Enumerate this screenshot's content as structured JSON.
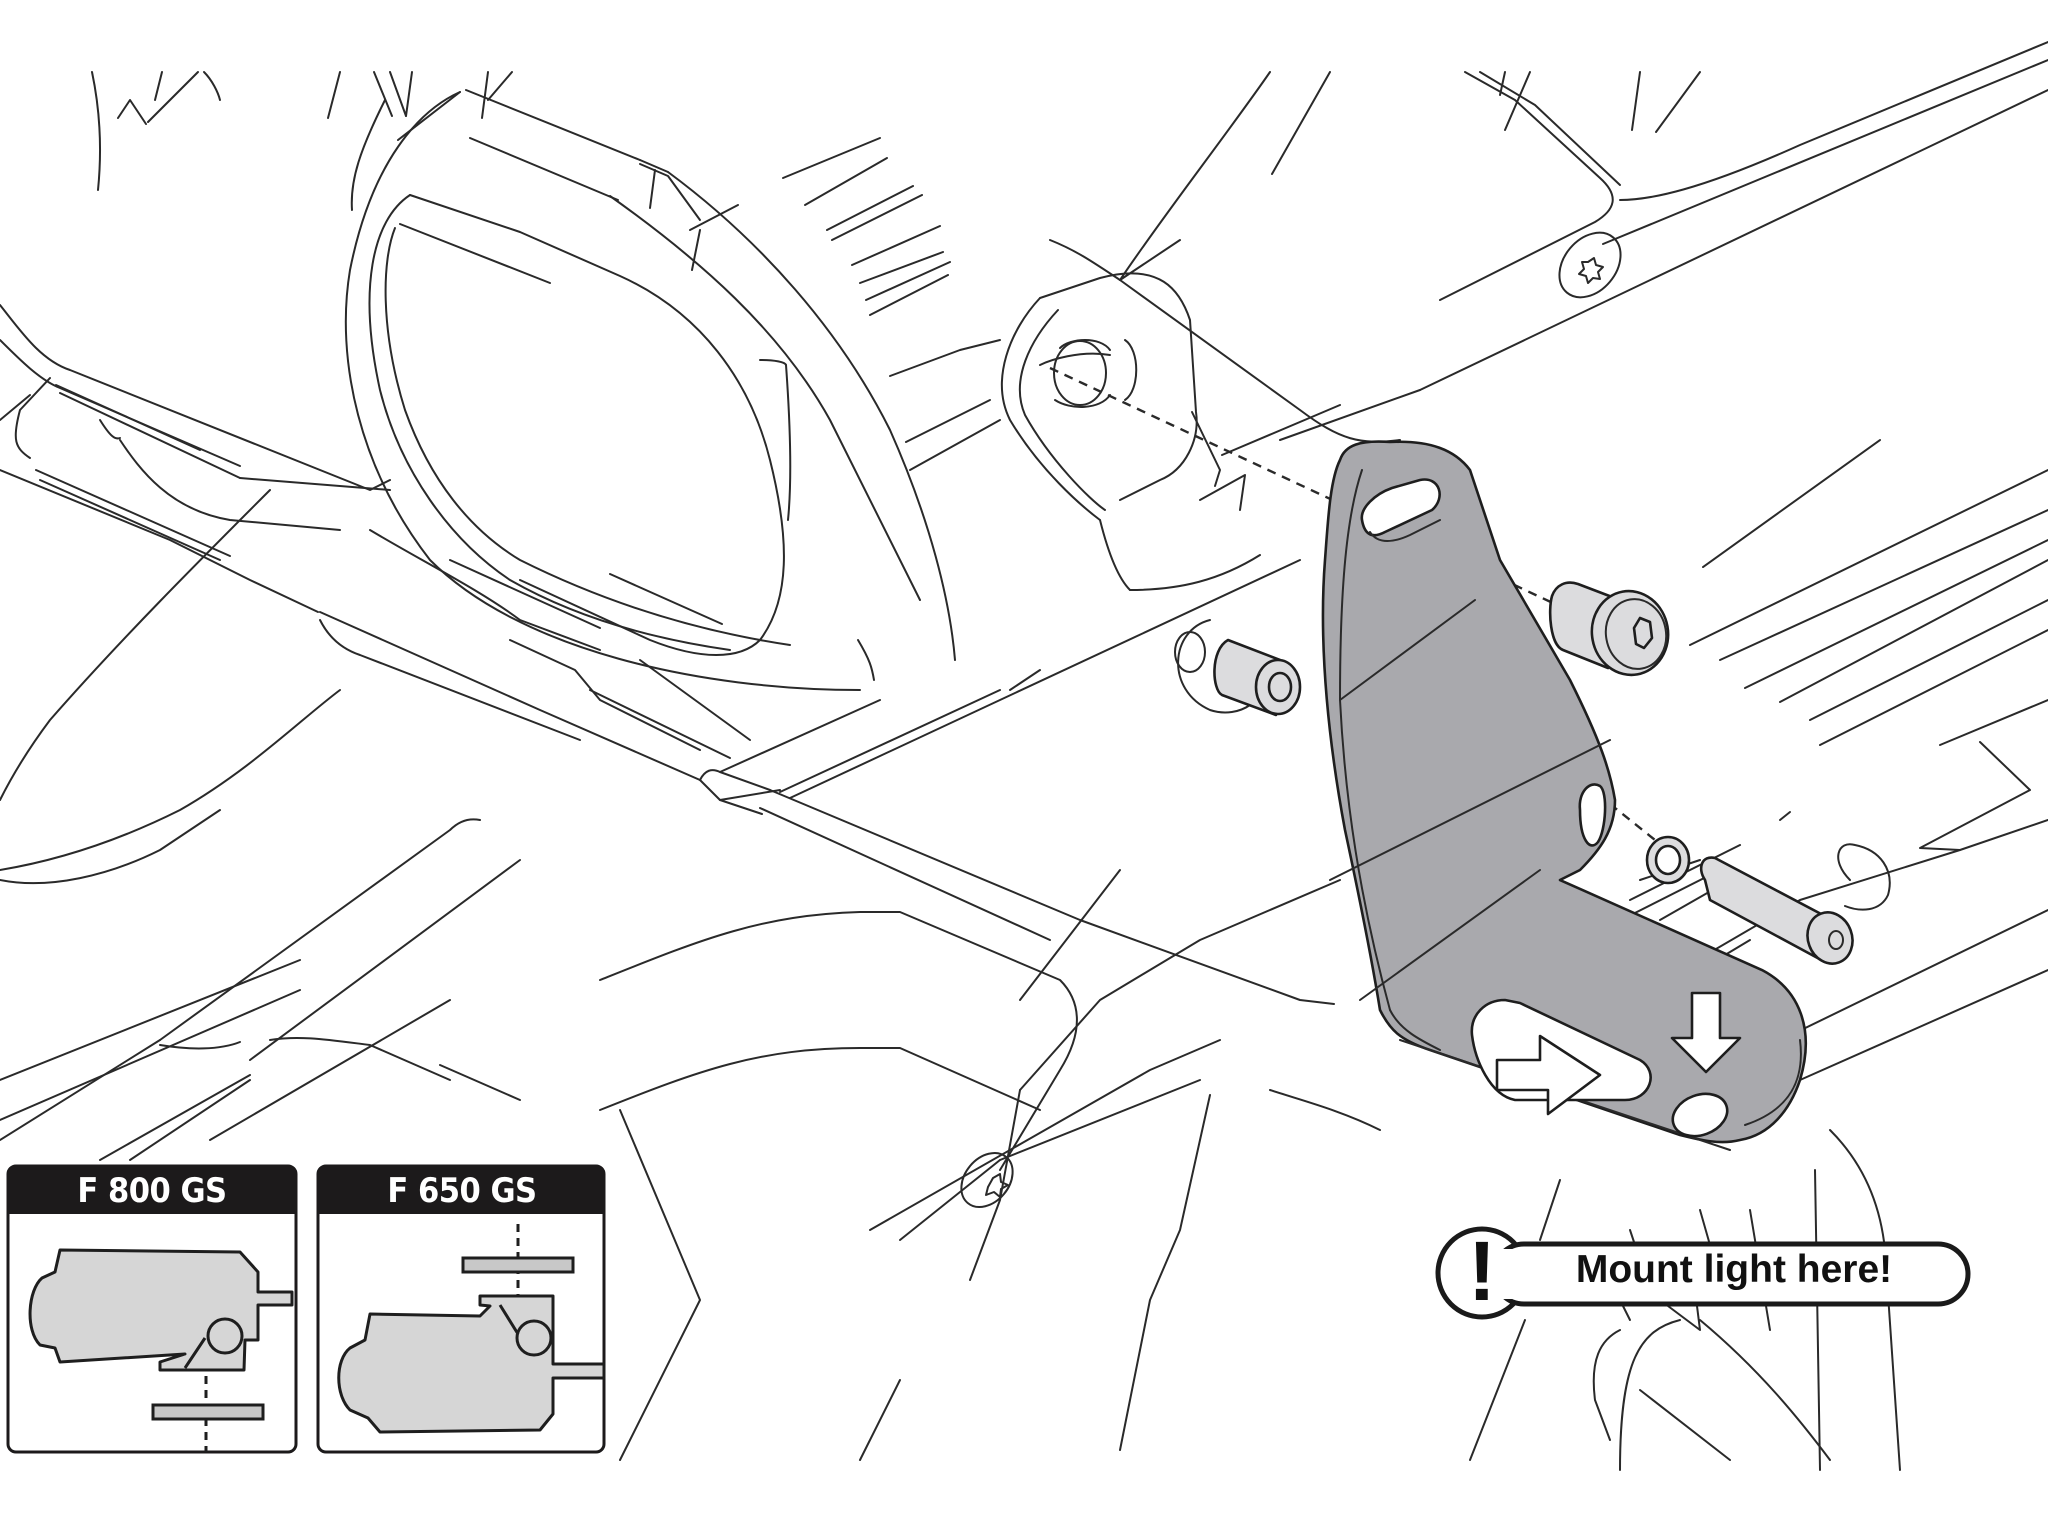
{
  "diagram": {
    "type": "assembly-instruction",
    "subject": "auxiliary light mounting bracket",
    "colors": {
      "bracket_fill": "#a9a9ad",
      "hardware_fill": "#dcdcde",
      "line": "#2a2a2a",
      "inset_header": "#1c1a1b",
      "inset_part_fill": "#d6d6d6"
    },
    "parts": [
      {
        "name": "bracket",
        "role": "L-shaped mounting bracket"
      },
      {
        "name": "button-head-bolt",
        "role": "upper fastener, hex socket"
      },
      {
        "name": "spacer-sleeve",
        "role": "spacer behind bracket"
      },
      {
        "name": "washer",
        "role": "lower washer"
      },
      {
        "name": "long-bolt",
        "role": "lower fastener, hex socket"
      }
    ],
    "arrows": [
      {
        "name": "slot-arrow",
        "direction": "right",
        "points_to": "slotted hole"
      },
      {
        "name": "hole-arrow",
        "direction": "down",
        "points_to": "round hole"
      }
    ]
  },
  "insets": [
    {
      "title": "F 800 GS",
      "bracket_position": "below"
    },
    {
      "title": "F 650 GS",
      "bracket_position": "above"
    }
  ],
  "callout": {
    "icon": "exclamation-icon",
    "symbol": "!",
    "text": "Mount light here!"
  }
}
